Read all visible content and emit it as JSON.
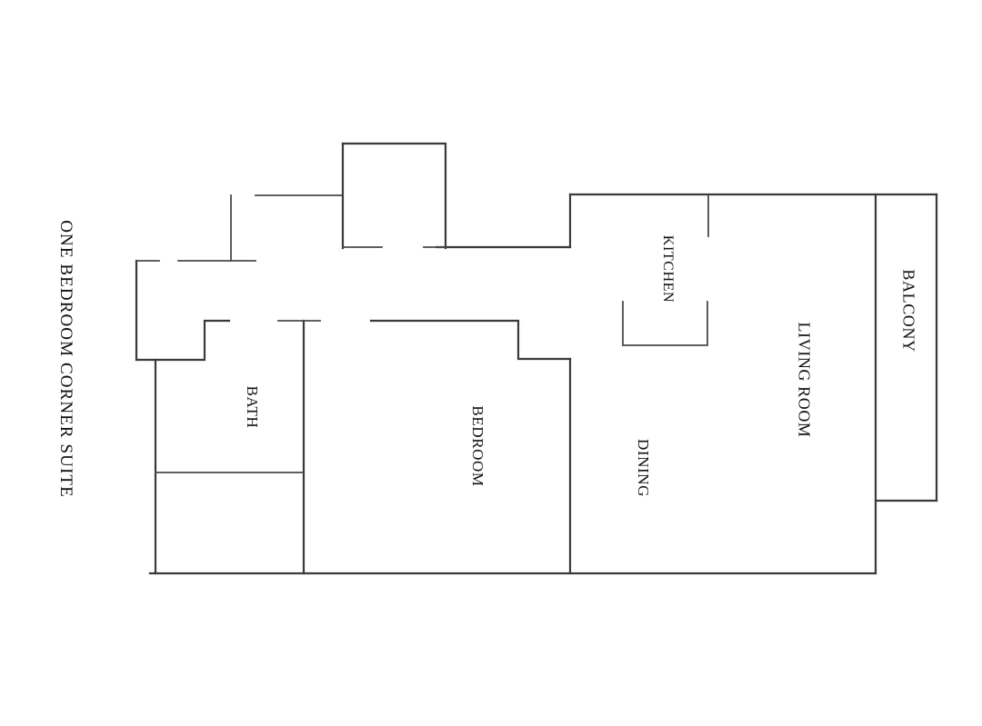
{
  "document": {
    "type": "floor-plan",
    "title": "ONE BEDROOM CORNER SUITE",
    "background_color": "#ffffff",
    "line_color": "#3a3a3a"
  },
  "rooms": [
    {
      "id": "living-room",
      "label": "LIVING ROOM",
      "rotation": 90
    },
    {
      "id": "balcony",
      "label": "BALCONY",
      "rotation": 90
    },
    {
      "id": "kitchen",
      "label": "KITCHEN",
      "rotation": 90
    },
    {
      "id": "dining",
      "label": "DINING",
      "rotation": 90
    },
    {
      "id": "bedroom",
      "label": "BEDROOM",
      "rotation": 90
    },
    {
      "id": "bath",
      "label": "BATH",
      "rotation": 90
    }
  ]
}
